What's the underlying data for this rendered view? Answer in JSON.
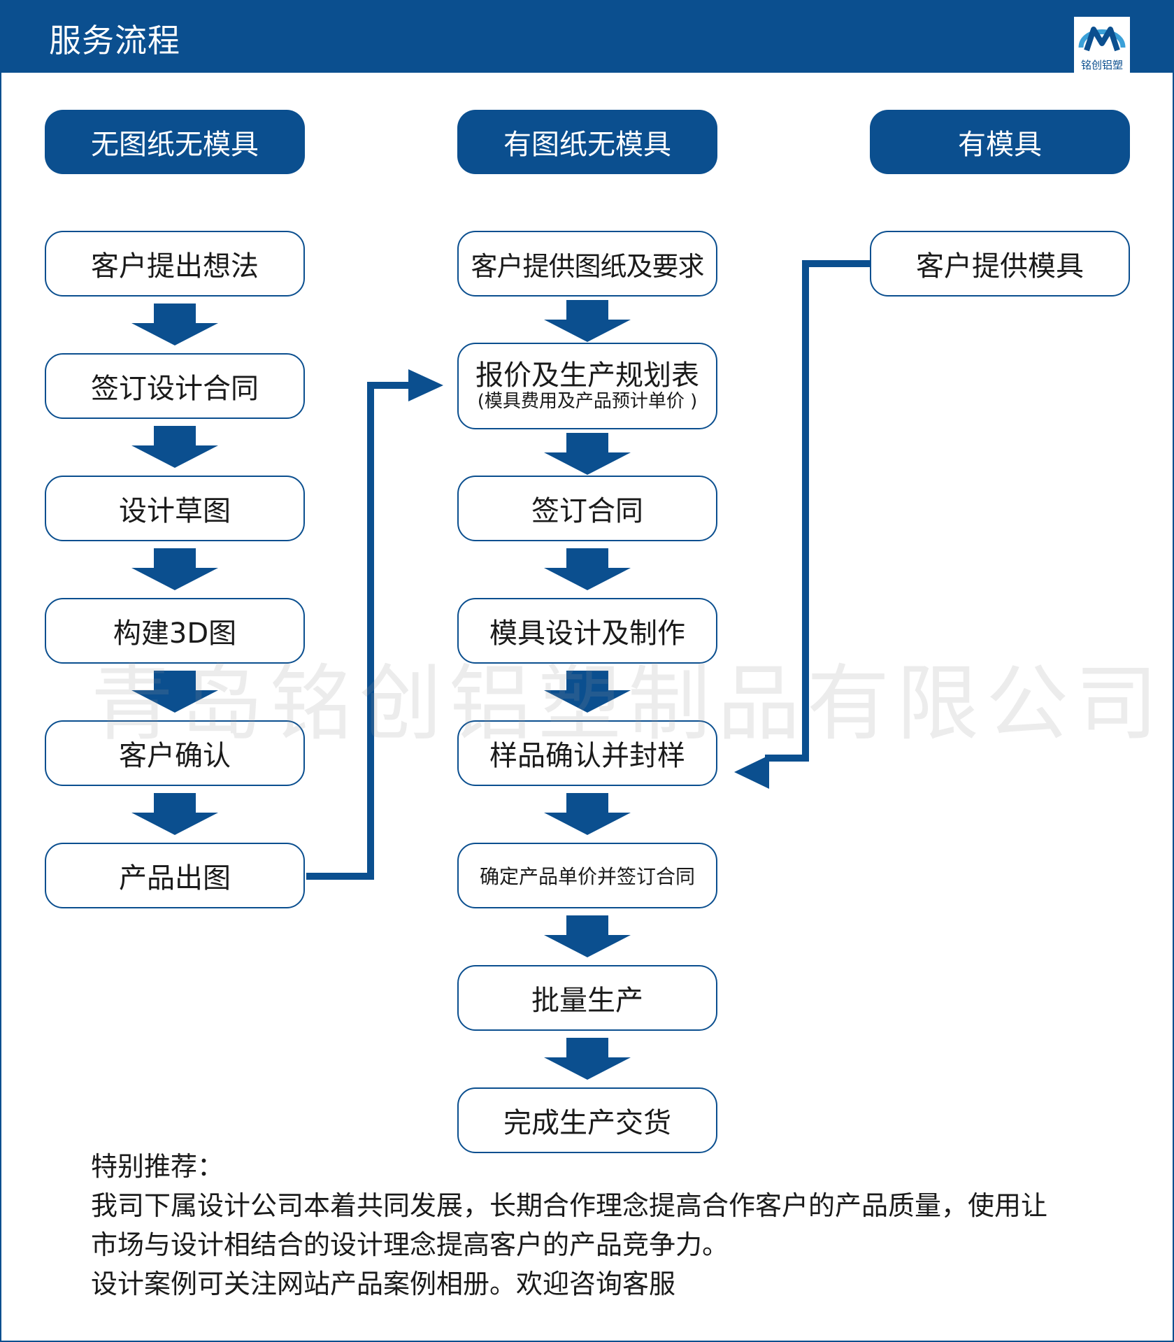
{
  "header": {
    "title": "服务流程",
    "logo_text": "铭创铝塑"
  },
  "columns": [
    {
      "heading": "无图纸无模具",
      "steps": [
        "客户提出想法",
        "签订设计合同",
        "设计草图",
        "构建3D图",
        "客户确认",
        "产品出图"
      ]
    },
    {
      "heading": "有图纸无模具",
      "steps": [
        "客户提供图纸及要求",
        "报价及生产规划表",
        "签订合同",
        "模具设计及制作",
        "样品确认并封样",
        "确定产品单价并签订合同",
        "批量生产",
        "完成生产交货"
      ],
      "quote_sub": "(模具费用及产品预计单价 )"
    },
    {
      "heading": "有模具",
      "steps": [
        "客户提供模具"
      ]
    }
  ],
  "watermark": "青岛铭创铝塑制品有限公司",
  "note": {
    "title": "特别推荐：",
    "line1": "我司下属设计公司本着共同发展，长期合作理念提高合作客户的产品质量，使用让",
    "line2": "市场与设计相结合的设计理念提高客户的产品竞争力。",
    "line3": "设计案例可关注网站产品案例相册。欢迎咨询客服"
  },
  "colors": {
    "primary": "#0b4f8f",
    "box_border": "#0b4f8f",
    "text": "#1a1a1a"
  }
}
